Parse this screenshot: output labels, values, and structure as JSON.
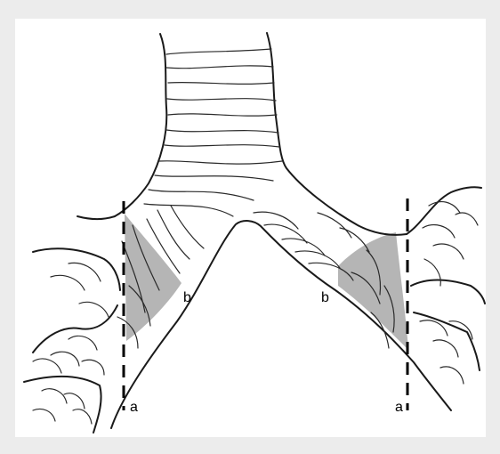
{
  "figure": {
    "labels": {
      "cut_left": "a",
      "cut_right": "a",
      "section_left": "b",
      "section_right": "b"
    },
    "colors": {
      "background": "#ececec",
      "panel": "#ffffff",
      "shading": "#a8a8a8",
      "ink": "#1a1a1a"
    }
  }
}
